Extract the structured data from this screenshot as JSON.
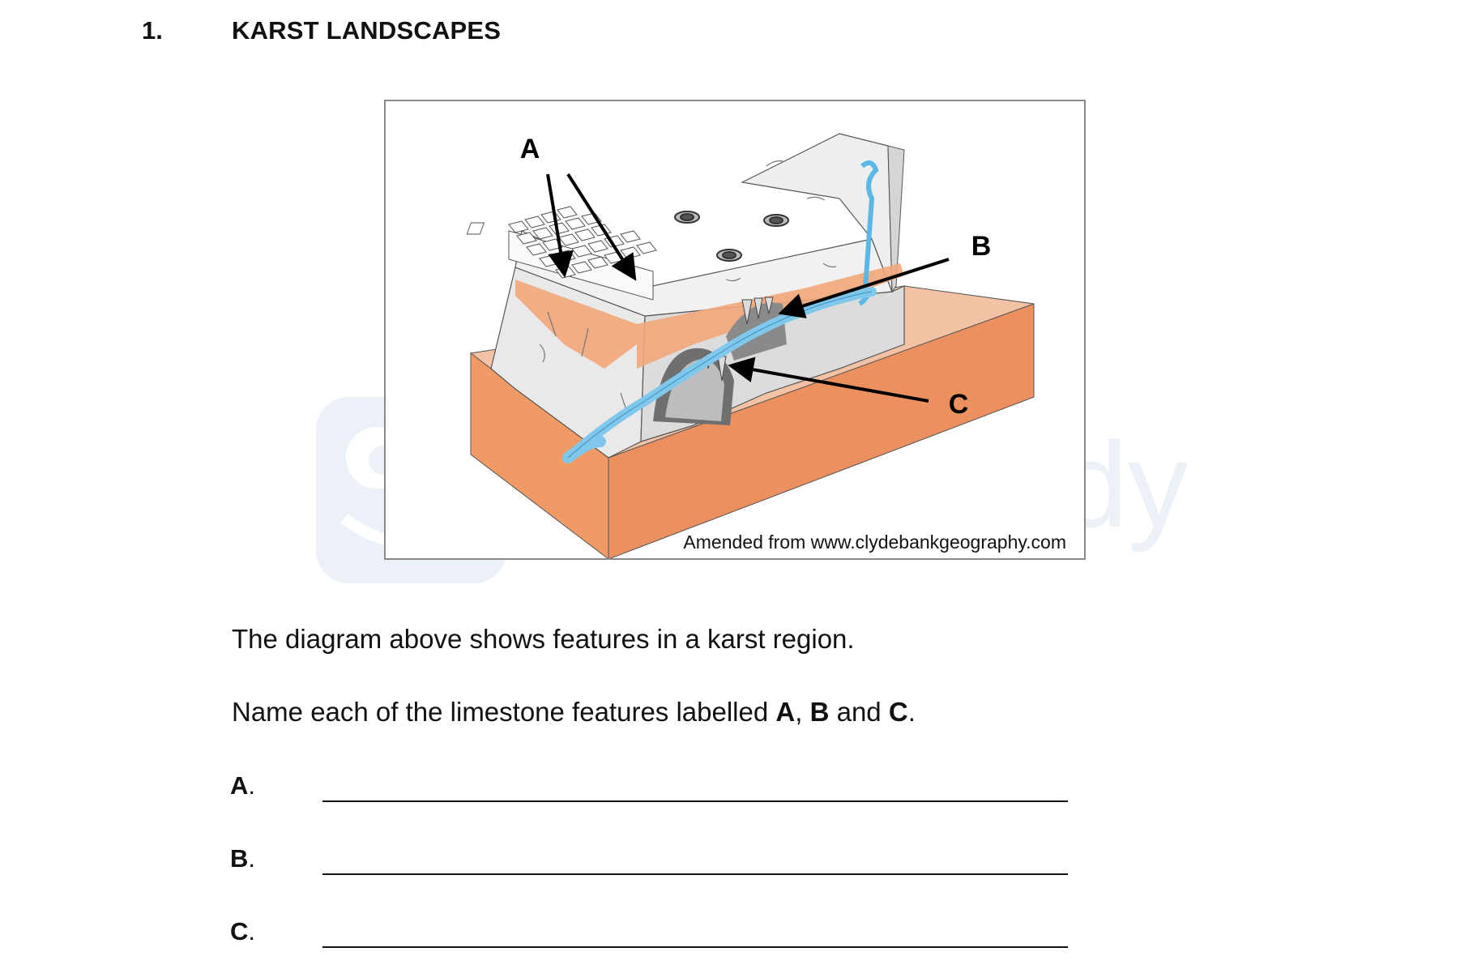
{
  "question": {
    "number": "1.",
    "title": "KARST LANDSCAPES"
  },
  "figure": {
    "labels": {
      "a": "A",
      "b": "B",
      "c": "C"
    },
    "credit": "Amended from www.clydebankgeography.com",
    "colors": {
      "limestone": "#e6e6e6",
      "shale_band": "#f2a77a",
      "base_rock": "#f09a66",
      "water": "#7fc8ec",
      "arrow": "#000000"
    }
  },
  "watermark": {
    "text": "simplestudy",
    "color": "#dde7f2"
  },
  "body": {
    "intro": "The diagram above shows features in a karst region.",
    "instruction_prefix": "Name each of the limestone features labelled ",
    "instruction_a": "A",
    "instruction_sep1": ", ",
    "instruction_b": "B",
    "instruction_sep2": " and ",
    "instruction_c": "C",
    "instruction_end": "."
  },
  "answers": [
    {
      "letter": "A",
      "dot": "."
    },
    {
      "letter": "B",
      "dot": "."
    },
    {
      "letter": "C",
      "dot": "."
    }
  ]
}
